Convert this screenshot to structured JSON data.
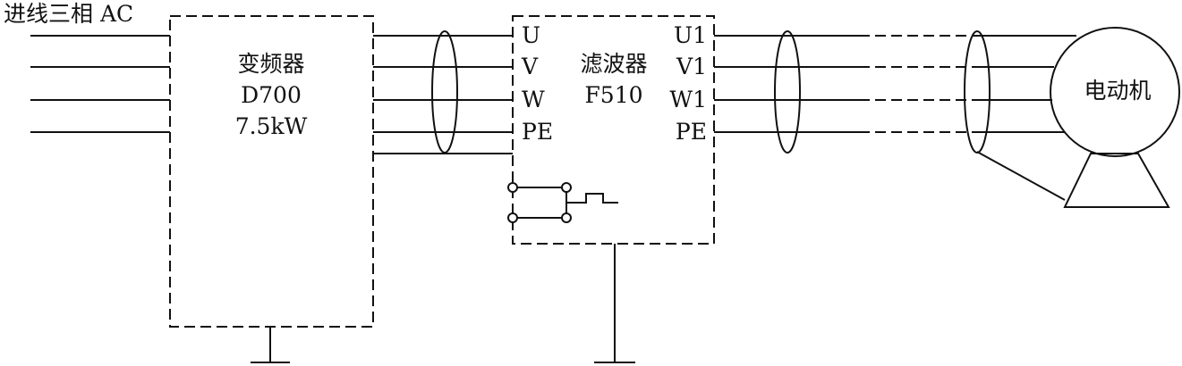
{
  "input": {
    "label": "进线三相 AC"
  },
  "inverter": {
    "name": "变频器",
    "model": "D700",
    "power": "7.5kW"
  },
  "filter": {
    "name": "滤波器",
    "model": "F510",
    "inputs": [
      "U",
      "V",
      "W",
      "PE"
    ],
    "outputs": [
      "U1",
      "V1",
      "W1",
      "PE"
    ]
  },
  "motor": {
    "label": "电动机"
  }
}
